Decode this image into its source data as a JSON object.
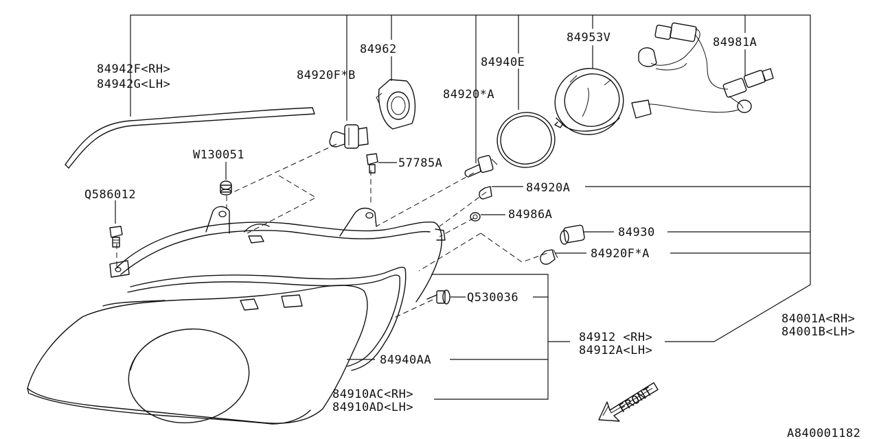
{
  "labels": {
    "p84942f": "84942F<RH>",
    "p84942g": "84942G<LH>",
    "p84962": "84962",
    "p84920fb": "84920F*B",
    "p84940e": "84940E",
    "p84953v": "84953V",
    "p84981a": "84981A",
    "p84920xa": "84920*A",
    "w130051": "W130051",
    "p57785a": "57785A",
    "q586012": "Q586012",
    "p84920a": "84920A",
    "p84986a": "84986A",
    "p84930": "84930",
    "p84920fa": "84920F*A",
    "q530036": "Q530036",
    "p84912rh": "84912 <RH>",
    "p84912alh": "84912A<LH>",
    "p84001arh": "84001A<RH>",
    "p84001blh": "84001B<LH>",
    "p84940aa": "84940AA",
    "p84910acrh": "84910AC<RH>",
    "p84910adlh": "84910AD<LH>",
    "front": "FRONT",
    "diagram_id": "A840001182"
  },
  "colors": {
    "ink": "#111111",
    "background": "#ffffff"
  }
}
